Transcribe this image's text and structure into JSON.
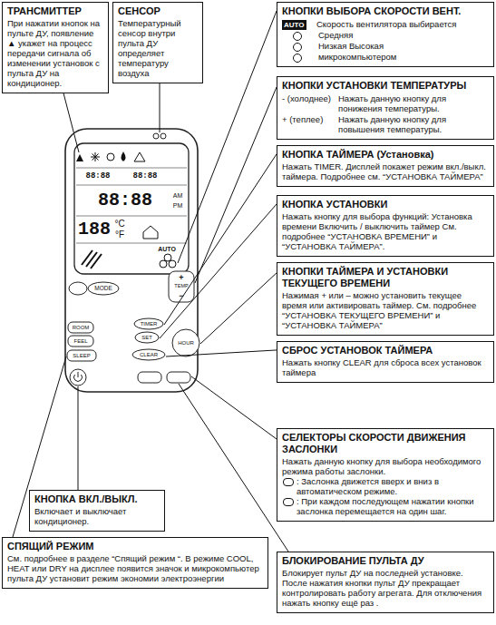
{
  "diagram": {
    "nodes": [
      {
        "text": [
          "ТРАНСМИТТЕР",
          "При нажатии кнопок на пульте ДУ, появление ▲ укажет на процесс передачи сигнала об изменении установок с пульта ДУ на кондиционер."
        ]
      },
      {
        "text": [
          "СЕНСОР",
          "Температурный сенсор внутри пульта ДУ определяет температуру воздуха"
        ]
      },
      {
        "text": [
          "КНОПКИ ВЫБОРА СКОРОСТИ ВЕНТ.",
          "AUTO",
          "Скорость вентилятора выбирается",
          "Средняя",
          "Низкая Высокая",
          "микрокомпьютером"
        ]
      },
      {
        "text": [
          "КНОПКИ УСТАНОВКИ ТЕМПЕРАТУРЫ",
          "- (холоднее)",
          "Нажать данную кнопку для понижения температуры.",
          "+ (теплее)",
          "Нажать данную кнопку для повышения температуры."
        ]
      },
      {
        "text": [
          "КНОПКА ТАЙМЕРА (Установка)",
          "Нажать TIMER. Дисплей покажет режим вкл./выкл. таймера. Подробнее см. “УСТАНОВКА ТАЙМЕРА”"
        ]
      },
      {
        "text": [
          "КНОПКА УСТАНОВКИ",
          "Нажать кнопку для выбора функций: Установка времени Включить / выключить таймер См. подробнее “УСТАНОВКА ВРЕМЕНИ” и “УСТАНОВКА ТАЙМЕРА”."
        ]
      },
      {
        "text": [
          "КНОПКИ ТАЙМЕРА И УСТАНОВКИ ТЕКУЩЕГО ВРЕМЕНИ",
          "Нажимая + или – можно установить текущее время или активировать таймер. См. подробнее “УСТАНОВКА ТЕКУЩЕГО ВРЕМЕНИ” и “УСТАНОВКА ТАЙМЕРА”"
        ]
      },
      {
        "text": [
          "СБРОС УСТАНОВОК ТАЙМЕРА",
          "Нажать кнопку CLEAR для сброса всех установок таймера"
        ]
      },
      {
        "text": [
          "СЕЛЕКТОРЫ СКОРОСТИ ДВИЖЕНИЯ ЗАСЛОНКИ",
          "Нажать данную кнопку для выбора необходимого режима работы заслонки.",
          ": Заслонка движется вверх и вниз в автоматическом режиме.",
          ": При каждом последующем нажатии кнопки заслонка перемещается на один шаг."
        ]
      },
      {
        "text": [
          "КНОПКА ВКЛ./ВЫКЛ.",
          "Включает и выключает кондиционер."
        ]
      },
      {
        "text": [
          "СПЯЩИЙ РЕЖИМ",
          "См. подробнее в разделе “Спящий режим “. В режиме COOL, HEAT или DRY на дисплее появится значок и микрокомпьютер пульта ДУ установит режим экономии электроэнергии"
        ]
      },
      {
        "text": [
          "БЛОКИРОВАНИЕ ПУЛЬТА ДУ",
          "Блокирует пульт ДУ на последней установке. После нажатия кнопки пульт ДУ прекращает контролировать работу агрегата. Для отключения нажать кнопку ещё раз ."
        ]
      }
    ],
    "labels": [
      "88:88",
      "88:88",
      "88:88",
      "AM",
      "PM",
      "188",
      "°C",
      "°F",
      "AUTO",
      "MODE",
      "+",
      "TEMP",
      "−",
      "ROOM",
      "FEEL",
      "SLEEP",
      "TIMER",
      "SET",
      "CLEAR",
      "HOUR"
    ]
  }
}
